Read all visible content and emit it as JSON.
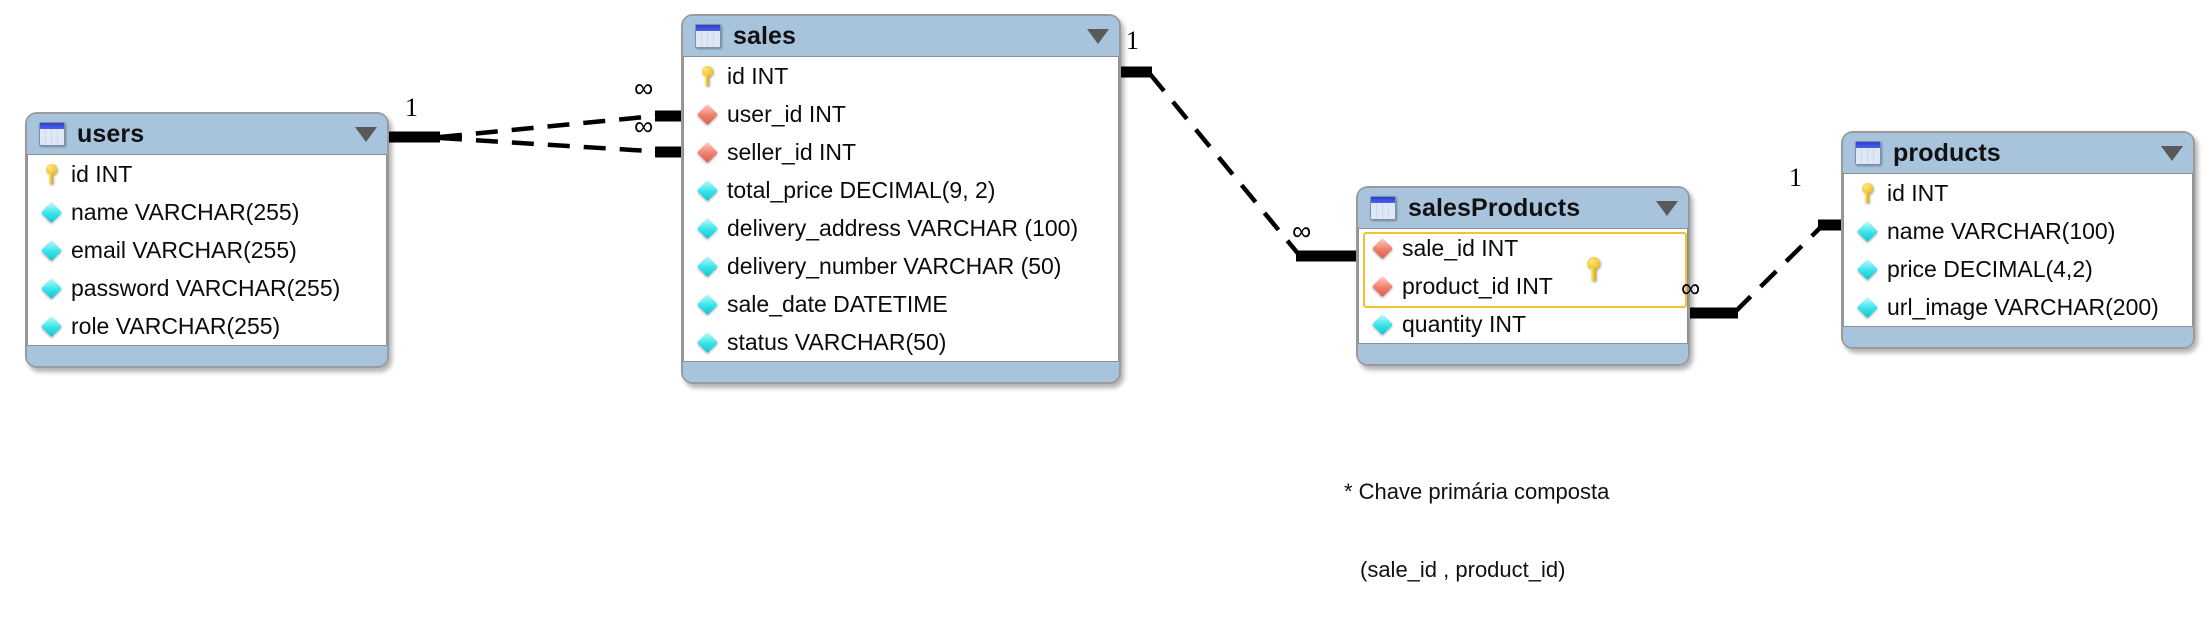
{
  "diagram": {
    "kind": "er-diagram",
    "icons": {
      "table": "table-icon",
      "collapse": "chevron-down-icon",
      "primary_key": "key-icon",
      "foreign_key": "red-diamond-icon",
      "column": "cyan-diamond-icon"
    },
    "colors": {
      "header_blue": "#a8c4dd",
      "body_white": "#ffffff",
      "border_gray": "#9a9a9a",
      "pk_box_yellow": "#f2c230",
      "key_yellow": "#e8b400",
      "fk_diamond_red": "#ef7d6b",
      "col_diamond_cyan": "#35e3ea",
      "line_black": "#000000"
    }
  },
  "entities": [
    {
      "id": "users",
      "name": "users",
      "fields": [
        {
          "glyph": "key",
          "label": "id INT"
        },
        {
          "glyph": "cyan",
          "label": "name VARCHAR(255)"
        },
        {
          "glyph": "cyan",
          "label": "email VARCHAR(255)"
        },
        {
          "glyph": "cyan",
          "label": "password VARCHAR(255)"
        },
        {
          "glyph": "cyan",
          "label": "role VARCHAR(255)"
        }
      ]
    },
    {
      "id": "sales",
      "name": "sales",
      "fields": [
        {
          "glyph": "key",
          "label": "id INT"
        },
        {
          "glyph": "red",
          "label": "user_id INT"
        },
        {
          "glyph": "red",
          "label": "seller_id INT"
        },
        {
          "glyph": "cyan",
          "label": "total_price DECIMAL(9, 2)"
        },
        {
          "glyph": "cyan",
          "label": "delivery_address VARCHAR (100)"
        },
        {
          "glyph": "cyan",
          "label": "delivery_number VARCHAR (50)"
        },
        {
          "glyph": "cyan",
          "label": "sale_date DATETIME"
        },
        {
          "glyph": "cyan",
          "label": "status VARCHAR(50)"
        }
      ]
    },
    {
      "id": "salesProducts",
      "name": "salesProducts",
      "fields": [
        {
          "glyph": "red",
          "label": "sale_id INT"
        },
        {
          "glyph": "red",
          "label": "product_id INT"
        },
        {
          "glyph": "cyan",
          "label": "quantity INT"
        }
      ],
      "composite_key_fields": [
        "sale_id INT",
        "product_id INT"
      ]
    },
    {
      "id": "products",
      "name": "products",
      "fields": [
        {
          "glyph": "key",
          "label": "id INT"
        },
        {
          "glyph": "cyan",
          "label": "name VARCHAR(100)"
        },
        {
          "glyph": "cyan",
          "label": "price DECIMAL(4,2)"
        },
        {
          "glyph": "cyan",
          "label": "url_image VARCHAR(200)"
        }
      ]
    }
  ],
  "cardinality_labels": [
    {
      "id": "users-one",
      "text": "1"
    },
    {
      "id": "sales-userid-many",
      "text": "∞"
    },
    {
      "id": "sales-sellerid-many",
      "text": "∞"
    },
    {
      "id": "sales-one",
      "text": "1"
    },
    {
      "id": "salesproducts-saleid-many",
      "text": "∞"
    },
    {
      "id": "salesproducts-productid-many",
      "text": "∞"
    },
    {
      "id": "products-one",
      "text": "1"
    }
  ],
  "annotation": {
    "line1": "* Chave primária composta",
    "line2": "(sale_id , product_id)"
  }
}
